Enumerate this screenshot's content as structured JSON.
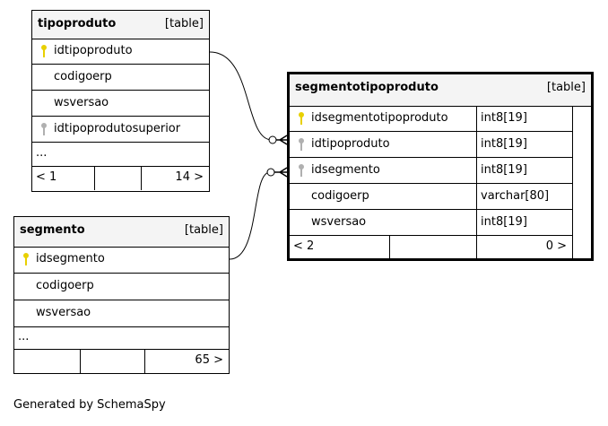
{
  "tables": {
    "tipoproduto": {
      "name": "tipoproduto",
      "kind": "[table]",
      "columns": [
        {
          "name": "idtipoproduto",
          "key": "primary"
        },
        {
          "name": "codigoerp",
          "key": "none"
        },
        {
          "name": "wsversao",
          "key": "none"
        },
        {
          "name": "idtipoprodutosuperior",
          "key": "foreign"
        }
      ],
      "ellipsis": "...",
      "footer": {
        "left": "< 1",
        "right": "14 >"
      }
    },
    "segmento": {
      "name": "segmento",
      "kind": "[table]",
      "columns": [
        {
          "name": "idsegmento",
          "key": "primary"
        },
        {
          "name": "codigoerp",
          "key": "none"
        },
        {
          "name": "wsversao",
          "key": "none"
        }
      ],
      "ellipsis": "...",
      "footer": {
        "left": "",
        "right": "65 >"
      }
    },
    "segmentotipoproduto": {
      "name": "segmentotipoproduto",
      "kind": "[table]",
      "columns": [
        {
          "name": "idsegmentotipoproduto",
          "type": "int8[19]",
          "key": "primary"
        },
        {
          "name": "idtipoproduto",
          "type": "int8[19]",
          "key": "foreign"
        },
        {
          "name": "idsegmento",
          "type": "int8[19]",
          "key": "foreign"
        },
        {
          "name": "codigoerp",
          "type": "varchar[80]",
          "key": "none"
        },
        {
          "name": "wsversao",
          "type": "int8[19]",
          "key": "none"
        }
      ],
      "footer": {
        "left": "< 2",
        "right": "0 >"
      }
    }
  },
  "colors": {
    "primary_key": "#e8d000",
    "foreign_key": "#b0b0b0",
    "header_bg": "#f4f4f4"
  },
  "credit": "Generated by SchemaSpy"
}
